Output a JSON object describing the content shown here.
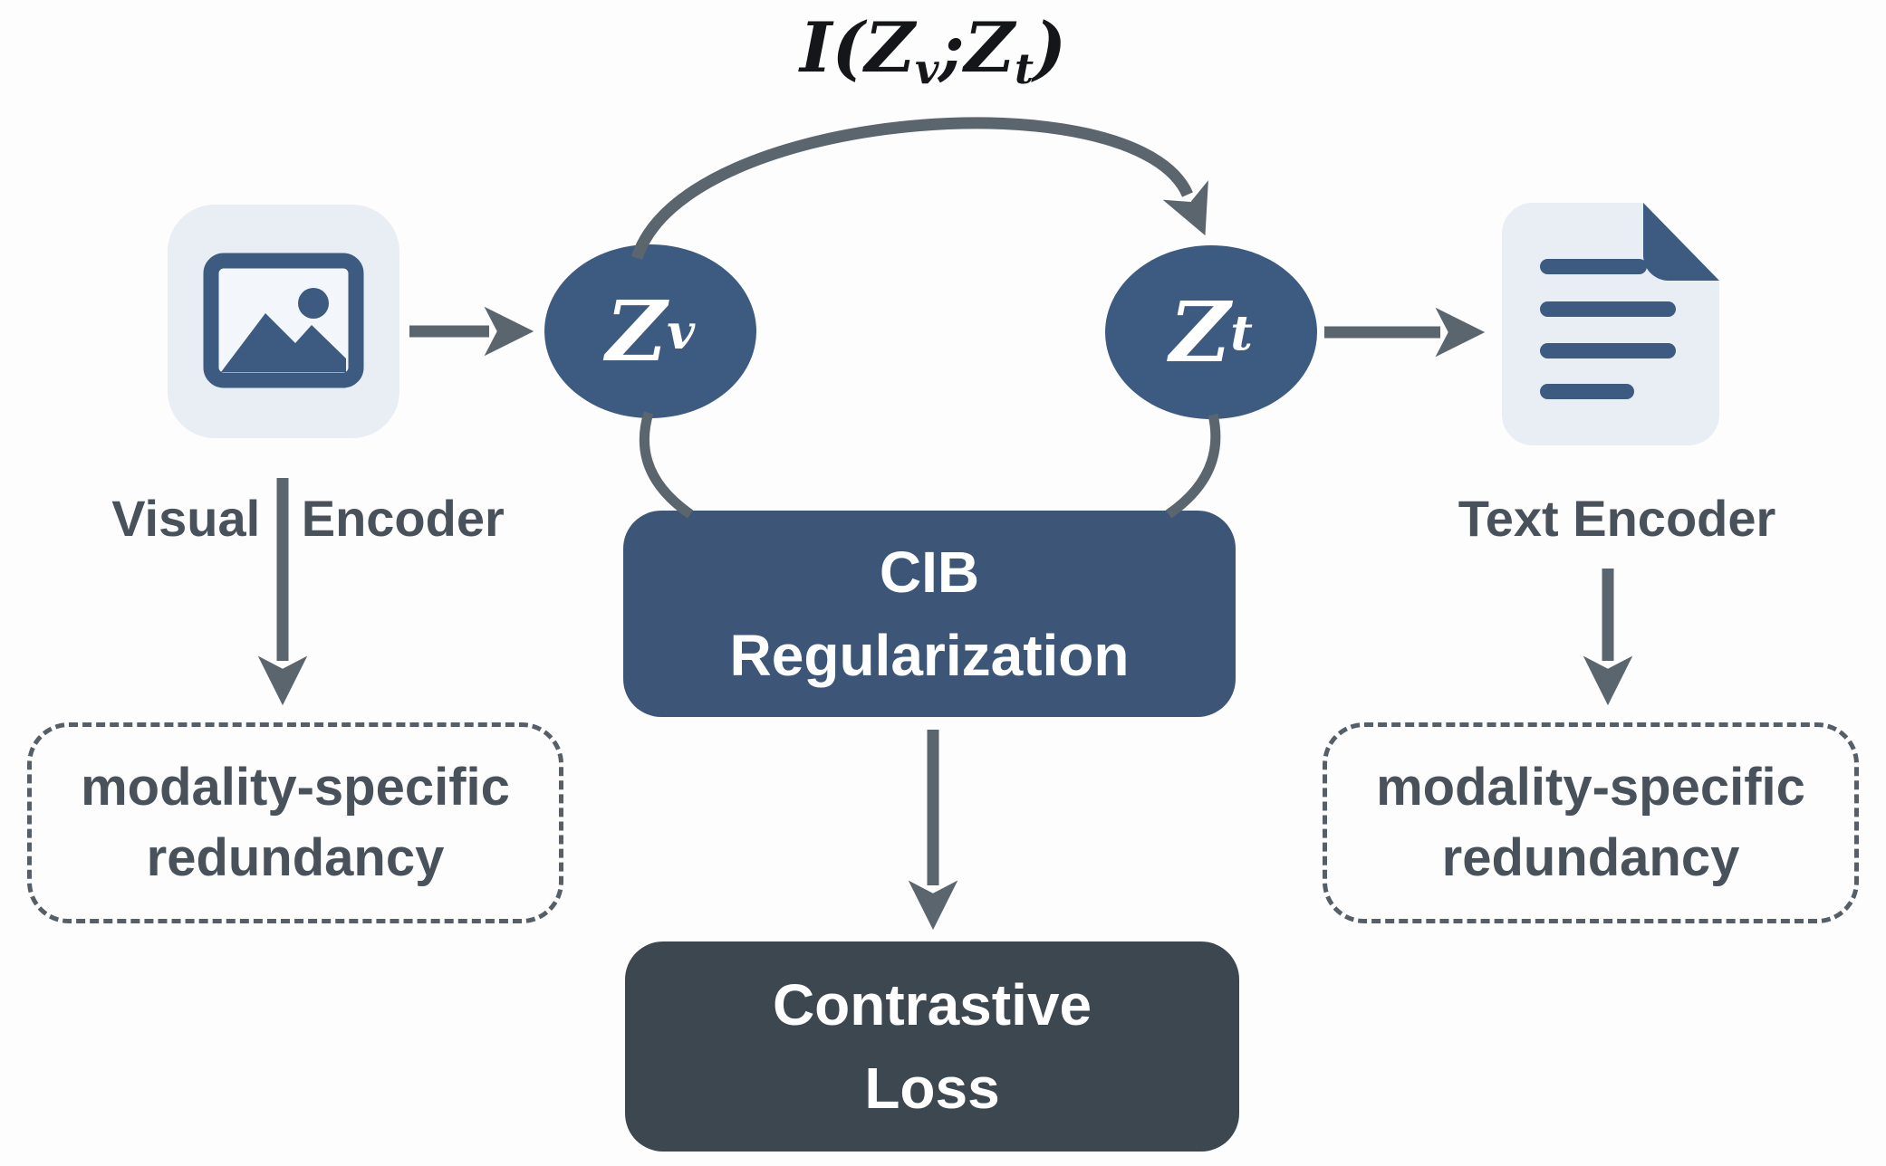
{
  "figure": {
    "formula": {
      "func": "I",
      "open_paren": "(",
      "arg1": {
        "base": "Z",
        "sub": "v"
      },
      "separator": ";",
      "arg2": {
        "base": "Z",
        "sub": "t"
      },
      "close_paren": ")"
    },
    "encoders": {
      "visual": {
        "label": "Visual Encoder",
        "icon": "image-icon"
      },
      "text": {
        "label": "Text Encoder",
        "icon": "document-icon"
      }
    },
    "latents": {
      "zv": {
        "base": "Z",
        "sub": "v"
      },
      "zt": {
        "base": "Z",
        "sub": "t"
      }
    },
    "blocks": {
      "cib": {
        "line1": "CIB",
        "line2": "Regularization"
      },
      "contrastive": {
        "line1": "Contrastive",
        "line2": "Loss"
      }
    },
    "redundancy": {
      "left": {
        "line1": "modality-specific",
        "line2": "redundancy"
      },
      "right": {
        "line1": "modality-specific",
        "line2": "redundancy"
      }
    },
    "colors": {
      "node_blue": "#3d5a80",
      "cib_blue": "#3d5677",
      "loss_slate": "#3d4750",
      "arrow_gray": "#5b656e",
      "label_gray": "#49525a",
      "dashed_gray": "#565f67",
      "icon_bg": "#e9edf4",
      "background": "#fdfdfd"
    }
  }
}
